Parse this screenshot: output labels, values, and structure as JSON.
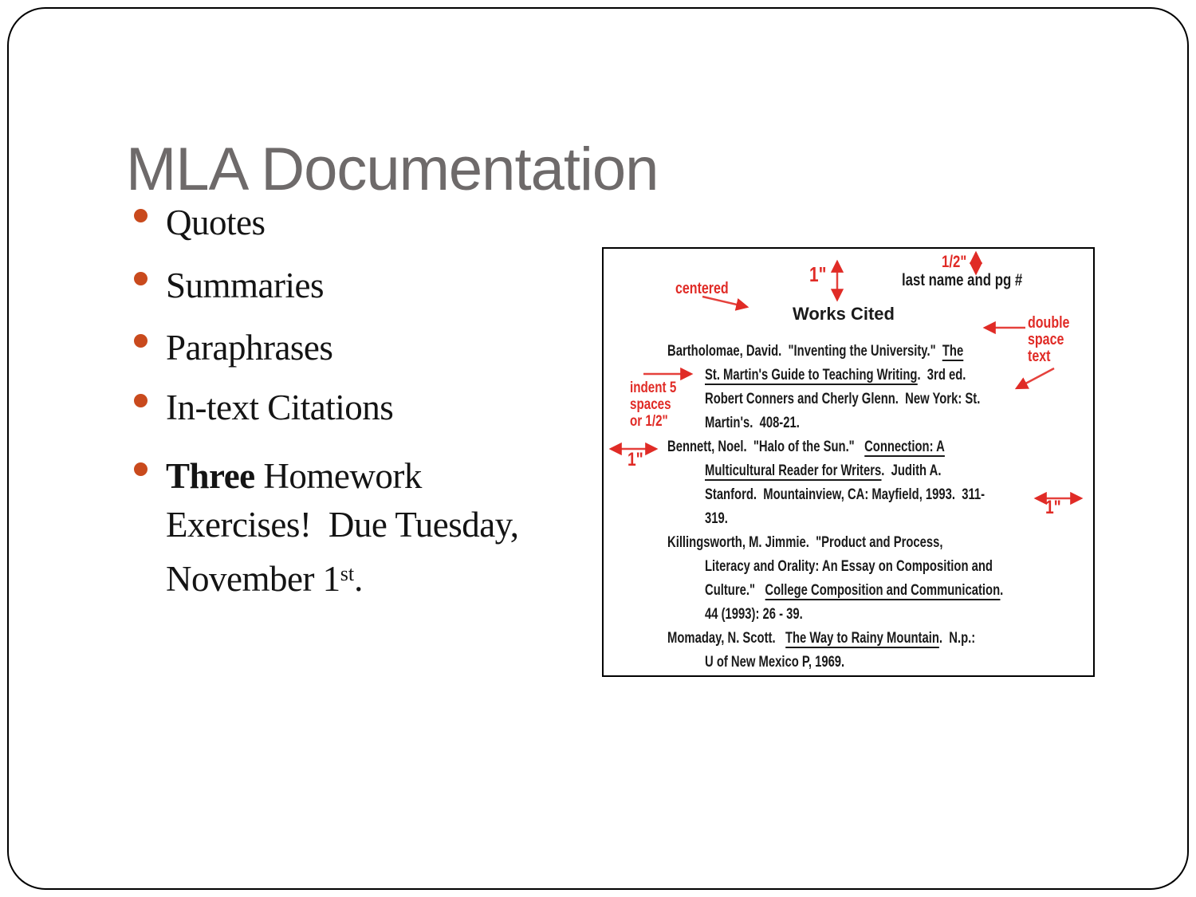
{
  "title": "MLA Documentation",
  "colors": {
    "bullet_orange": "#c94a1d",
    "title_gray": "#6e6a6a",
    "annotation_red": "#e02b26",
    "text_black": "#1a1a1a"
  },
  "bullets": {
    "items": [
      {
        "text": "Quotes"
      },
      {
        "text": "Summaries"
      },
      {
        "text": "Paraphrases"
      },
      {
        "text": "In-text Citations"
      },
      {
        "bold": "Three",
        "after_bold": " Homework",
        "line2": "Exercises!  Due Tuesday,",
        "line3": "November 1",
        "superscript": "st",
        "line3_end": "."
      }
    ]
  },
  "diagram": {
    "heading": "Works Cited",
    "annotations": {
      "centered": "centered",
      "one_inch_top": "1\"",
      "half_inch": "1/2\"",
      "last_name": "last name and pg #",
      "double_space": [
        "double",
        "space",
        "text"
      ],
      "indent": [
        "indent 5",
        "spaces",
        "or 1/2\""
      ],
      "one_inch_left": "1\"",
      "one_inch_right": "1\""
    },
    "citations": [
      {
        "indent": 0,
        "segments": [
          {
            "t": "Bartholomae, David.  \"Inventing the University.\"  ",
            "u": false
          },
          {
            "t": "The",
            "u": true
          }
        ]
      },
      {
        "indent": 1,
        "segments": [
          {
            "t": "St. Martin's Guide to Teaching Writing",
            "u": true
          },
          {
            "t": ".  3rd ed.",
            "u": false
          }
        ]
      },
      {
        "indent": 1,
        "segments": [
          {
            "t": "Robert Conners and Cherly Glenn.  New York: St.",
            "u": false
          }
        ]
      },
      {
        "indent": 1,
        "segments": [
          {
            "t": "Martin's.  408-21.",
            "u": false
          }
        ]
      },
      {
        "indent": 0,
        "segments": [
          {
            "t": "Bennett, Noel.  \"Halo of the Sun.\"   ",
            "u": false
          },
          {
            "t": "Connection: A",
            "u": true
          }
        ]
      },
      {
        "indent": 1,
        "segments": [
          {
            "t": "Multicultural Reader for Writers",
            "u": true
          },
          {
            "t": ".  Judith A.",
            "u": false
          }
        ]
      },
      {
        "indent": 1,
        "segments": [
          {
            "t": "Stanford.  Mountainview, CA: Mayfield, 1993.  311-",
            "u": false
          }
        ]
      },
      {
        "indent": 1,
        "segments": [
          {
            "t": "319.",
            "u": false
          }
        ]
      },
      {
        "indent": 0,
        "segments": [
          {
            "t": "Killingsworth, M. Jimmie.  \"Product and Process,",
            "u": false
          }
        ]
      },
      {
        "indent": 1,
        "segments": [
          {
            "t": "Literacy and Orality: An Essay on Composition and",
            "u": false
          }
        ]
      },
      {
        "indent": 1,
        "segments": [
          {
            "t": "Culture.\"   ",
            "u": false
          },
          {
            "t": "College Composition and Communication",
            "u": true
          },
          {
            "t": ".",
            "u": false
          }
        ]
      },
      {
        "indent": 1,
        "segments": [
          {
            "t": "44 (1993): 26 - 39.",
            "u": false
          }
        ]
      },
      {
        "indent": 0,
        "segments": [
          {
            "t": "Momaday, N. Scott.   ",
            "u": false
          },
          {
            "t": "The Way to Rainy Mountain",
            "u": true
          },
          {
            "t": ".  N.p.:",
            "u": false
          }
        ]
      },
      {
        "indent": 1,
        "segments": [
          {
            "t": "U of New Mexico P, 1969.",
            "u": false
          }
        ]
      }
    ]
  }
}
